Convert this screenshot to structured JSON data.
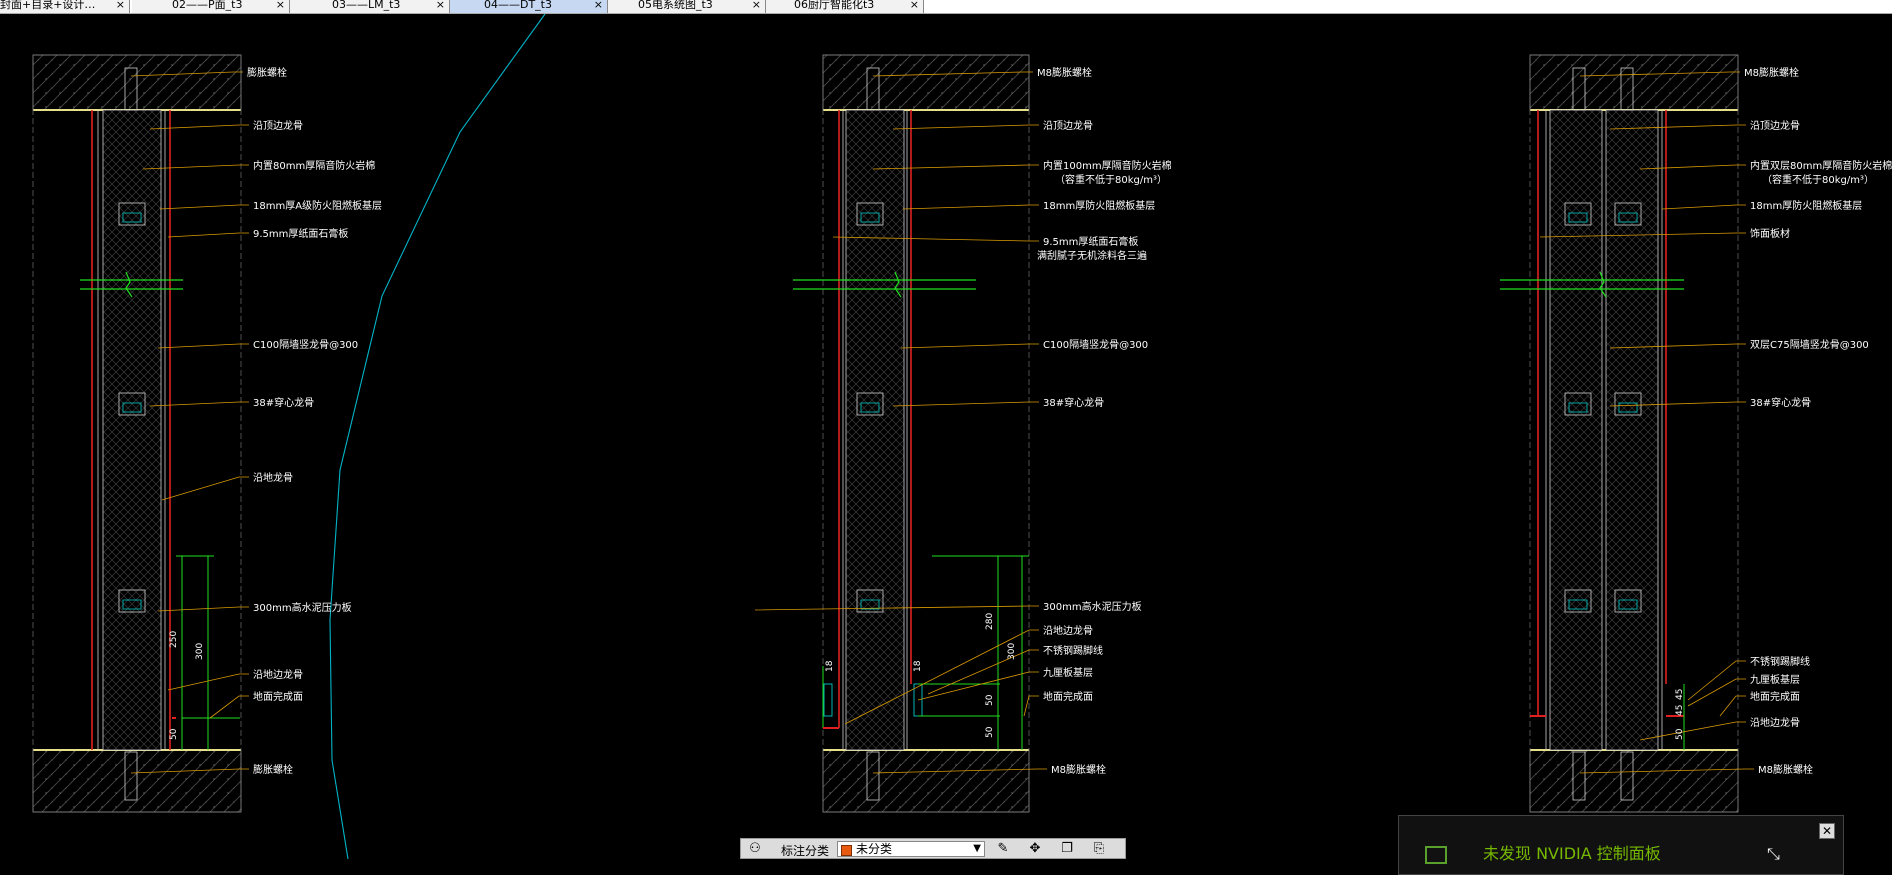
{
  "tabs": [
    {
      "label": "封面+目录+设计…",
      "active": false
    },
    {
      "label": "02——P面_t3",
      "active": false
    },
    {
      "label": "03——LM_t3",
      "active": false
    },
    {
      "label": "04——DT_t3",
      "active": true
    },
    {
      "label": "05电系统图_t3",
      "active": false
    },
    {
      "label": "06厨厅智能化t3",
      "active": false
    }
  ],
  "tab_close_glyph": "×",
  "drawing": {
    "left": {
      "labels": [
        "膨胀螺栓",
        "沿顶边龙骨",
        "内置80mm厚隔音防火岩棉",
        "18mm厚A级防火阻燃板基层",
        "9.5mm厚纸面石膏板",
        "C100隔墙竖龙骨@300",
        "38#穿心龙骨",
        "沿地龙骨",
        "300mm高水泥压力板",
        "沿地边龙骨",
        "地面完成面",
        "膨胀螺栓"
      ],
      "dims": [
        "250",
        "300",
        "50"
      ]
    },
    "middle": {
      "labels": [
        "M8膨胀螺栓",
        "沿顶边龙骨",
        "内置100mm厚隔音防火岩棉",
        "（容重不低于80kg/m³）",
        "18mm厚防火阻燃板基层",
        "9.5mm厚纸面石膏板",
        "满刮腻子无机涂料各三遍",
        "C100隔墙竖龙骨@300",
        "38#穿心龙骨",
        "300mm高水泥压力板",
        "沿地边龙骨",
        "不锈钢踢脚线",
        "九厘板基层",
        "地面完成面",
        "M8膨胀螺栓"
      ],
      "dims": [
        "280",
        "300",
        "50",
        "50",
        "18",
        "18"
      ]
    },
    "right": {
      "labels": [
        "M8膨胀螺栓",
        "沿顶边龙骨",
        "内置双层80mm厚隔音防火岩棉",
        "（容重不低于80kg/m³）",
        "18mm厚防火阻燃板基层",
        "饰面板材",
        "双层C75隔墙竖龙骨@300",
        "38#穿心龙骨",
        "不锈钢踢脚线",
        "九厘板基层",
        "地面完成面",
        "沿地边龙骨",
        "M8膨胀螺栓"
      ],
      "dims": [
        "45",
        "45",
        "50"
      ]
    }
  },
  "category_toolbar": {
    "icon": "category-tag-icon",
    "label": "标注分类",
    "value": "未分类",
    "swatch_color": "#e85a10",
    "tools": [
      "edit-icon",
      "move-icon",
      "copy-icon",
      "paste-icon"
    ]
  },
  "nvidia_notice": {
    "text": "未发现 NVIDIA 控制面板",
    "close_glyph": "✕"
  },
  "colors": {
    "background": "#000000",
    "wall_outline": "#cfcfcf",
    "red_line": "#e02020",
    "leader": "#d99a00",
    "green": "#20e020",
    "cyan": "#00c8c8",
    "floor": "#e6e08a"
  }
}
